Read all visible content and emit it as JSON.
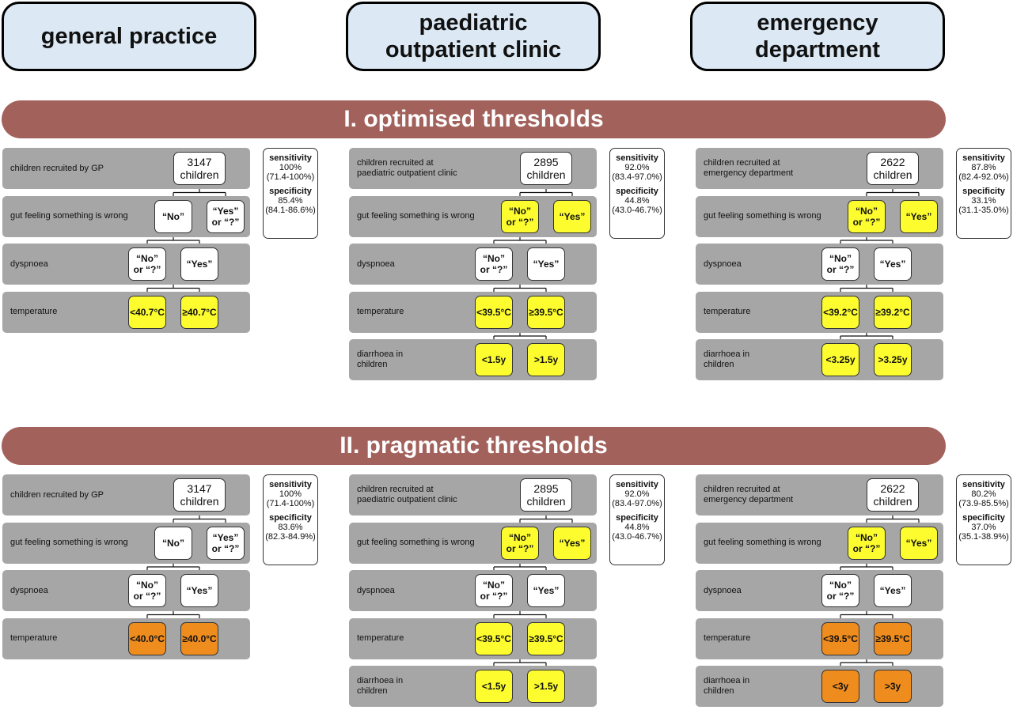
{
  "settings": [
    {
      "label": "general practice"
    },
    {
      "label": "paediatric\noutpatient clinic"
    },
    {
      "label": "emergency\ndepartment"
    }
  ],
  "sections": [
    {
      "title": "I. optimised thresholds",
      "panels": [
        {
          "rows": [
            {
              "label": "children recruited by GP",
              "root": "3147\nchildren"
            },
            {
              "label": "gut feeling something is wrong",
              "left": "“No”",
              "right": "“Yes”\nor “?”",
              "left_color": "white",
              "right_color": "white"
            },
            {
              "label": "dyspnoea",
              "left": "“No”\nor “?”",
              "right": "“Yes”",
              "left_color": "white",
              "right_color": "white"
            },
            {
              "label": "temperature",
              "left": "<40.7°C",
              "right": "≥40.7°C",
              "left_color": "yellow",
              "right_color": "yellow"
            }
          ],
          "sensitivity_label": "sensitivity",
          "sensitivity": "100%",
          "sensitivity_ci": "(71.4-100%)",
          "specificity_label": "specificity",
          "specificity": "85.4%",
          "specificity_ci": "(84.1-86.6%)"
        },
        {
          "rows": [
            {
              "label": "children recruited at\npaediatric outpatient clinic",
              "root": "2895\nchildren"
            },
            {
              "label": "gut feeling something is wrong",
              "left": "“No”\nor “?”",
              "right": "“Yes”",
              "left_color": "yellow",
              "right_color": "yellow"
            },
            {
              "label": "dyspnoea",
              "left": "“No”\nor “?”",
              "right": "“Yes”",
              "left_color": "white",
              "right_color": "white"
            },
            {
              "label": "temperature",
              "left": "<39.5°C",
              "right": "≥39.5°C",
              "left_color": "yellow",
              "right_color": "yellow"
            },
            {
              "label": "diarrhoea in\nchildren",
              "left": "<1.5y",
              "right": ">1.5y",
              "left_color": "yellow",
              "right_color": "yellow"
            }
          ],
          "sensitivity_label": "sensitivity",
          "sensitivity": "92.0%",
          "sensitivity_ci": "(83.4-97.0%)",
          "specificity_label": "specificity",
          "specificity": "44.8%",
          "specificity_ci": "(43.0-46.7%)"
        },
        {
          "rows": [
            {
              "label": "children recruited at\nemergency department",
              "root": "2622\nchildren"
            },
            {
              "label": "gut feeling something is wrong",
              "left": "“No”\nor “?”",
              "right": "“Yes”",
              "left_color": "yellow",
              "right_color": "yellow"
            },
            {
              "label": "dyspnoea",
              "left": "“No”\nor “?”",
              "right": "“Yes”",
              "left_color": "white",
              "right_color": "white"
            },
            {
              "label": "temperature",
              "left": "<39.2°C",
              "right": "≥39.2°C",
              "left_color": "yellow",
              "right_color": "yellow"
            },
            {
              "label": "diarrhoea in\nchildren",
              "left": "<3.25y",
              "right": ">3.25y",
              "left_color": "yellow",
              "right_color": "yellow"
            }
          ],
          "sensitivity_label": "sensitivity",
          "sensitivity": "87.8%",
          "sensitivity_ci": "(82.4-92.0%)",
          "specificity_label": "specificity",
          "specificity": "33.1%",
          "specificity_ci": "(31.1-35.0%)"
        }
      ]
    },
    {
      "title": "II. pragmatic thresholds",
      "panels": [
        {
          "rows": [
            {
              "label": "children recruited by GP",
              "root": "3147\nchildren"
            },
            {
              "label": "gut feeling something is wrong",
              "left": "“No”",
              "right": "“Yes”\nor “?”",
              "left_color": "white",
              "right_color": "white"
            },
            {
              "label": "dyspnoea",
              "left": "“No”\nor “?”",
              "right": "“Yes”",
              "left_color": "white",
              "right_color": "white"
            },
            {
              "label": "temperature",
              "left": "<40.0°C",
              "right": "≥40.0°C",
              "left_color": "orange",
              "right_color": "orange"
            }
          ],
          "sensitivity_label": "sensitivity",
          "sensitivity": "100%",
          "sensitivity_ci": "(71.4-100%)",
          "specificity_label": "specificity",
          "specificity": "83.6%",
          "specificity_ci": "(82.3-84.9%)"
        },
        {
          "rows": [
            {
              "label": "children recruited at\npaediatric outpatient clinic",
              "root": "2895\nchildren"
            },
            {
              "label": "gut feeling something is wrong",
              "left": "“No”\nor “?”",
              "right": "“Yes”",
              "left_color": "yellow",
              "right_color": "yellow"
            },
            {
              "label": "dyspnoea",
              "left": "“No”\nor “?”",
              "right": "“Yes”",
              "left_color": "white",
              "right_color": "white"
            },
            {
              "label": "temperature",
              "left": "<39.5°C",
              "right": "≥39.5°C",
              "left_color": "yellow",
              "right_color": "yellow"
            },
            {
              "label": "diarrhoea in\nchildren",
              "left": "<1.5y",
              "right": ">1.5y",
              "left_color": "yellow",
              "right_color": "yellow"
            }
          ],
          "sensitivity_label": "sensitivity",
          "sensitivity": "92.0%",
          "sensitivity_ci": "(83.4-97.0%)",
          "specificity_label": "specificity",
          "specificity": "44.8%",
          "specificity_ci": "(43.0-46.7%)"
        },
        {
          "rows": [
            {
              "label": "children recruited at\nemergency department",
              "root": "2622\nchildren"
            },
            {
              "label": "gut feeling something is wrong",
              "left": "“No”\nor “?”",
              "right": "“Yes”",
              "left_color": "yellow",
              "right_color": "yellow"
            },
            {
              "label": "dyspnoea",
              "left": "“No”\nor “?”",
              "right": "“Yes”",
              "left_color": "white",
              "right_color": "white"
            },
            {
              "label": "temperature",
              "left": "<39.5°C",
              "right": "≥39.5°C",
              "left_color": "orange",
              "right_color": "orange"
            },
            {
              "label": "diarrhoea in\nchildren",
              "left": "<3y",
              "right": ">3y",
              "left_color": "orange",
              "right_color": "orange"
            }
          ],
          "sensitivity_label": "sensitivity",
          "sensitivity": "80.2%",
          "sensitivity_ci": "(73.9-85.5%)",
          "specificity_label": "specificity",
          "specificity": "37.0%",
          "specificity_ci": "(35.1-38.9%)"
        }
      ]
    }
  ]
}
